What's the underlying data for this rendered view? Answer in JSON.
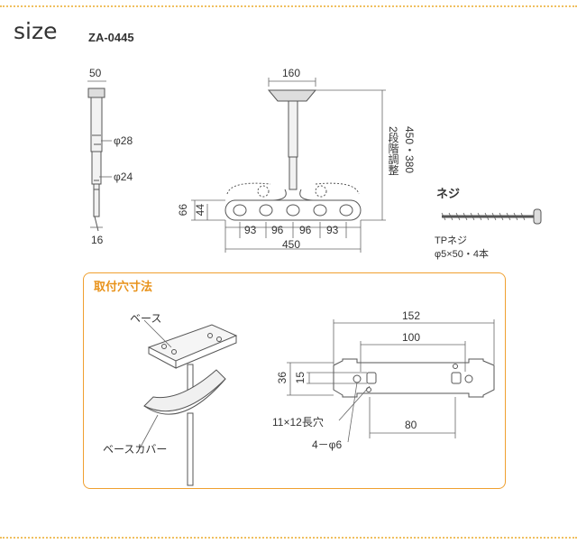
{
  "header": {
    "title": "size",
    "model": "ZA-0445"
  },
  "side_view": {
    "top_width": "50",
    "upper_pole": "φ28",
    "lower_pole": "φ24",
    "bottom_width": "16"
  },
  "front_view": {
    "base_width": "160",
    "height_label": "2段階調整",
    "height_values": "450・380",
    "arm_outer": "66",
    "arm_inner": "44",
    "spacings": [
      "93",
      "96",
      "96",
      "93"
    ],
    "total_width": "450"
  },
  "screw": {
    "title": "ネジ",
    "type": "TPネジ",
    "spec": "φ5×50・4本"
  },
  "mounting": {
    "title": "取付穴寸法",
    "base_label": "ベース",
    "cover_label": "ベースカバー",
    "plate_width": "152",
    "hole_pitch_outer": "100",
    "hole_pitch_lower": "80",
    "plate_height": "36",
    "slot_height": "15",
    "slot_label": "11×12長穴",
    "hole_label": "4－φ6"
  }
}
